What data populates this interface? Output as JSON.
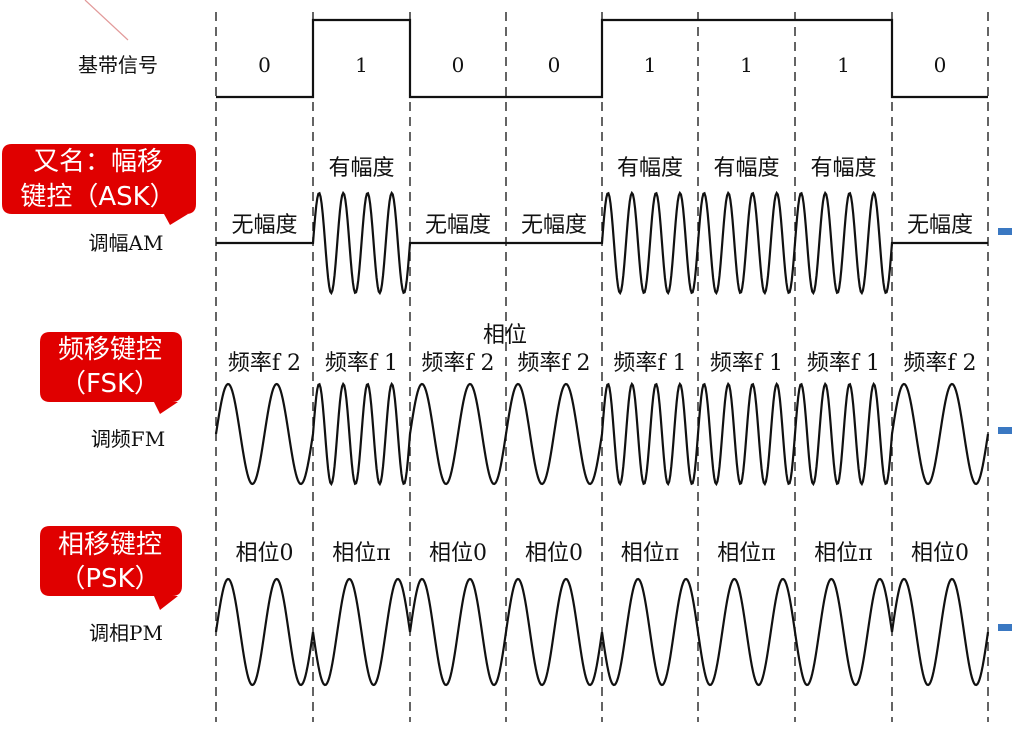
{
  "bits": [
    0,
    1,
    0,
    0,
    1,
    1,
    1,
    0
  ],
  "rows": {
    "baseband": {
      "label": "基带信号"
    },
    "am": {
      "label": "调幅AM",
      "callout": [
        "又名：幅移",
        "键控（ASK）"
      ],
      "segment_labels": [
        "无幅度",
        "有幅度",
        "无幅度",
        "无幅度",
        "有幅度",
        "有幅度",
        "有幅度",
        "无幅度"
      ]
    },
    "fm": {
      "label": "调频FM",
      "callout": [
        "频移键控",
        "（FSK）"
      ],
      "top_label": "相位",
      "segment_labels": [
        "频率f 2",
        "频率f 1",
        "频率f 2",
        "频率f 2",
        "频率f 1",
        "频率f 1",
        "频率f 1",
        "频率f 2"
      ]
    },
    "pm": {
      "label": "调相PM",
      "callout": [
        "相移键控",
        "（PSK）"
      ],
      "segment_labels": [
        "相位0",
        "相位π",
        "相位0",
        "相位0",
        "相位π",
        "相位π",
        "相位π",
        "相位0"
      ]
    }
  },
  "colors": {
    "callout_fill": "#e00000",
    "callout_text": "#ffffff",
    "wave": "#111111",
    "side_marker": "#3a78c2"
  }
}
